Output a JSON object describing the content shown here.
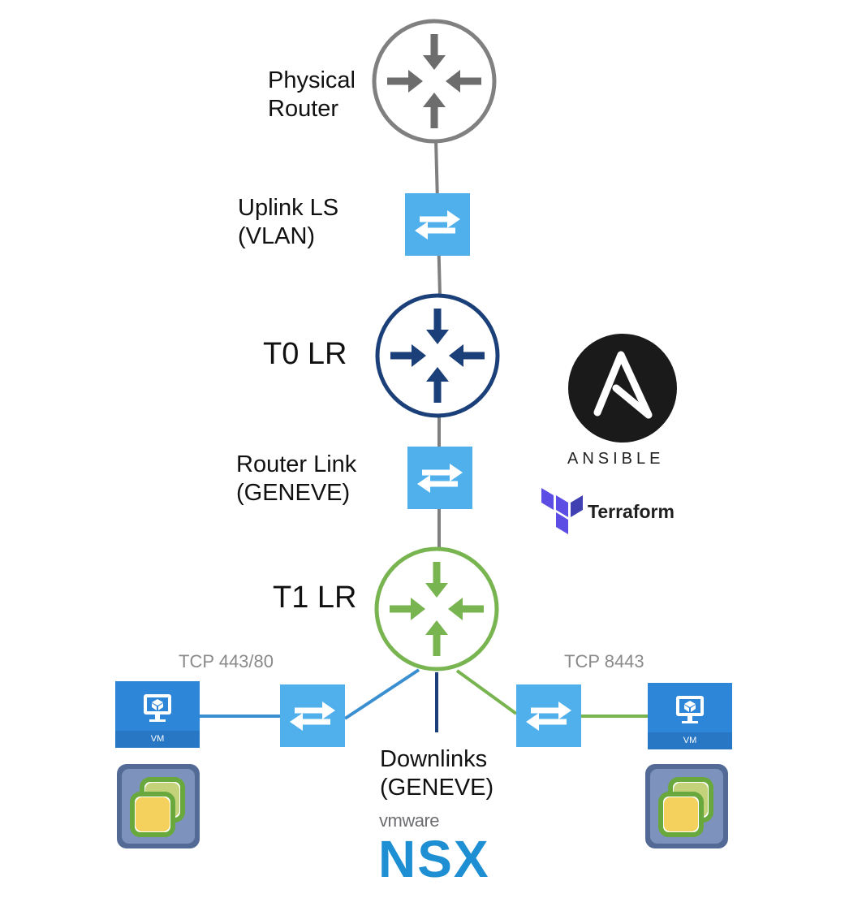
{
  "diagram": {
    "nodes": {
      "physical_router": {
        "label_line1": "Physical",
        "label_line2": "Router",
        "color": "#808080"
      },
      "t0_lr": {
        "label": "T0 LR",
        "color": "#1b3f78"
      },
      "t1_lr": {
        "label": "T1 LR",
        "color": "#78b450"
      }
    },
    "switches": {
      "uplink_ls": {
        "label_line1": "Uplink LS",
        "label_line2": "(VLAN)",
        "color": "#4fb0ec"
      },
      "router_link": {
        "label_line1": "Router Link",
        "label_line2": "(GENEVE)",
        "color": "#4fb0ec"
      },
      "downlinks": {
        "label_line1": "Downlinks",
        "label_line2": "(GENEVE)"
      }
    },
    "vms": {
      "left": {
        "badge": "VM",
        "port_label": "TCP 443/80",
        "link_color": "#3a8fd0"
      },
      "right": {
        "badge": "VM",
        "port_label": "TCP 8443",
        "link_color": "#78b450"
      }
    },
    "logos": {
      "ansible": {
        "text": "ANSIBLE",
        "letter": "A"
      },
      "terraform": {
        "text": "Terraform",
        "color": "#5c4ee5"
      },
      "vmware_nsx": {
        "vmware": "vmware",
        "nsx": "NSX"
      }
    }
  }
}
